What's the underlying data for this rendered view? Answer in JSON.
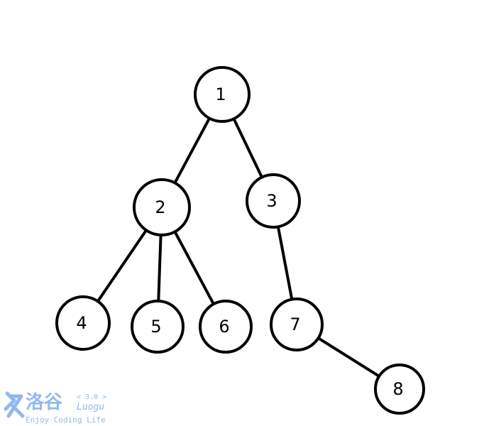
{
  "tree": {
    "nodes": [
      {
        "id": "1",
        "label": "1"
      },
      {
        "id": "2",
        "label": "2"
      },
      {
        "id": "3",
        "label": "3"
      },
      {
        "id": "4",
        "label": "4"
      },
      {
        "id": "5",
        "label": "5"
      },
      {
        "id": "6",
        "label": "6"
      },
      {
        "id": "7",
        "label": "7"
      },
      {
        "id": "8",
        "label": "8"
      }
    ],
    "edges": [
      [
        "1",
        "2"
      ],
      [
        "1",
        "3"
      ],
      [
        "2",
        "4"
      ],
      [
        "2",
        "5"
      ],
      [
        "2",
        "6"
      ],
      [
        "3",
        "7"
      ],
      [
        "7",
        "8"
      ]
    ]
  },
  "watermark": {
    "name_cn": "洛谷",
    "version": "< 3.0 >",
    "name_en": "Luogu",
    "slogan": "Enjoy Coding Life",
    "color": "#8fb9ee"
  }
}
